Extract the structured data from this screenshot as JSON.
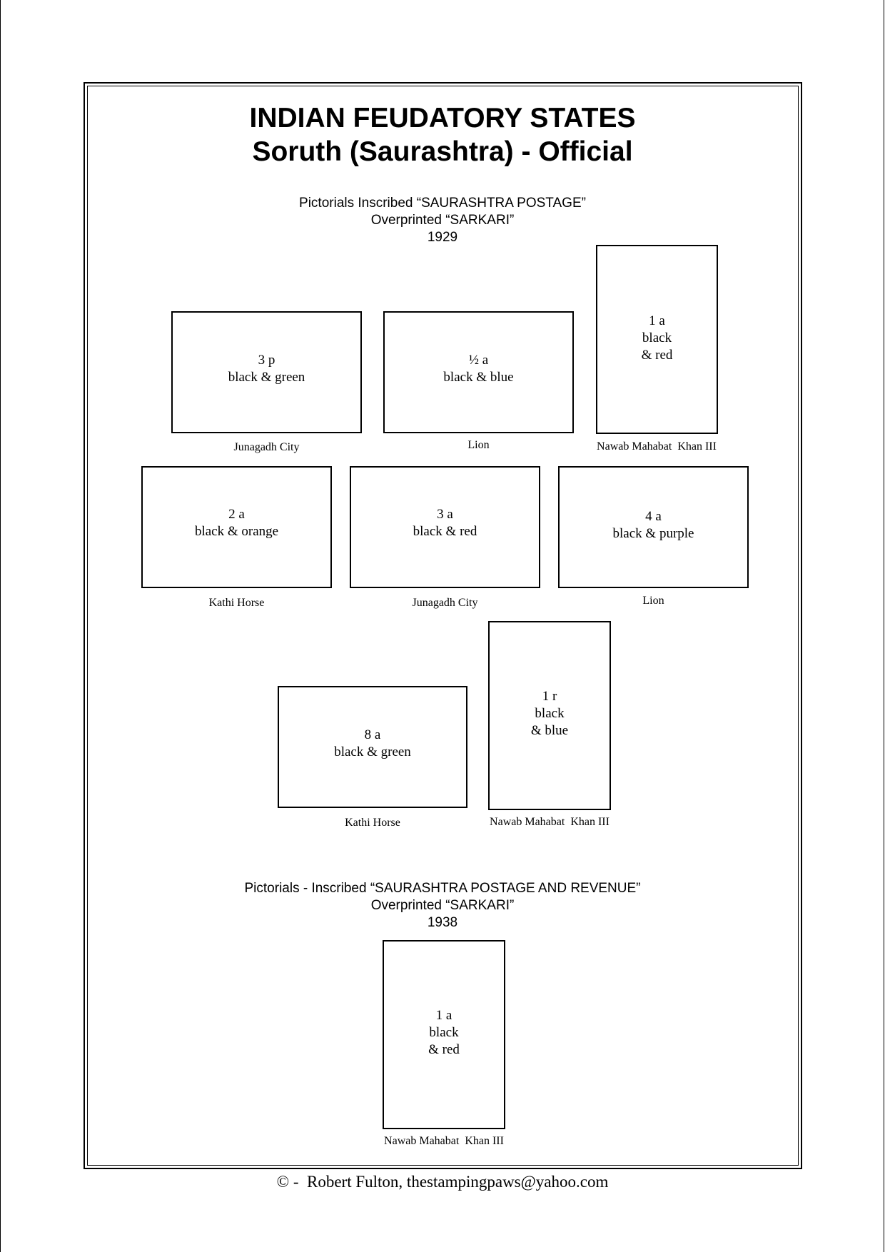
{
  "title_line1": "INDIAN FEUDATORY STATES",
  "title_line2": "Soruth (Saurashtra) - Official",
  "section1": {
    "line1": "Pictorials Inscribed “SAURASHTRA POSTAGE”",
    "line2": "Overprinted “SARKARI”",
    "year": "1929"
  },
  "section2": {
    "line1": "Pictorials - Inscribed “SAURASHTRA POSTAGE AND REVENUE”",
    "line2": "Overprinted “SARKARI”",
    "year": "1938"
  },
  "stamps": [
    {
      "value": "3 p",
      "color": "black & green",
      "caption": "Junagadh City"
    },
    {
      "value": "½ a",
      "color": "black & blue",
      "caption": "Lion"
    },
    {
      "value": "1 a",
      "color_1": "black",
      "color_2": "& red",
      "caption": "Nawab Mahabat  Khan III"
    },
    {
      "value": "2 a",
      "color": "black & orange",
      "caption": "Kathi Horse"
    },
    {
      "value": "3 a",
      "color": "black & red",
      "caption": "Junagadh City"
    },
    {
      "value": "4 a",
      "color": "black & purple",
      "caption": "Lion"
    },
    {
      "value": "8 a",
      "color": "black & green",
      "caption": "Kathi Horse"
    },
    {
      "value": "1 r",
      "color_1": "black",
      "color_2": "& blue",
      "caption": "Nawab Mahabat  Khan III"
    },
    {
      "value": "1 a",
      "color_1": "black",
      "color_2": "& red",
      "caption": "Nawab Mahabat  Khan III"
    }
  ],
  "footer": "© -  Robert Fulton, thestampingpaws@yahoo.com"
}
